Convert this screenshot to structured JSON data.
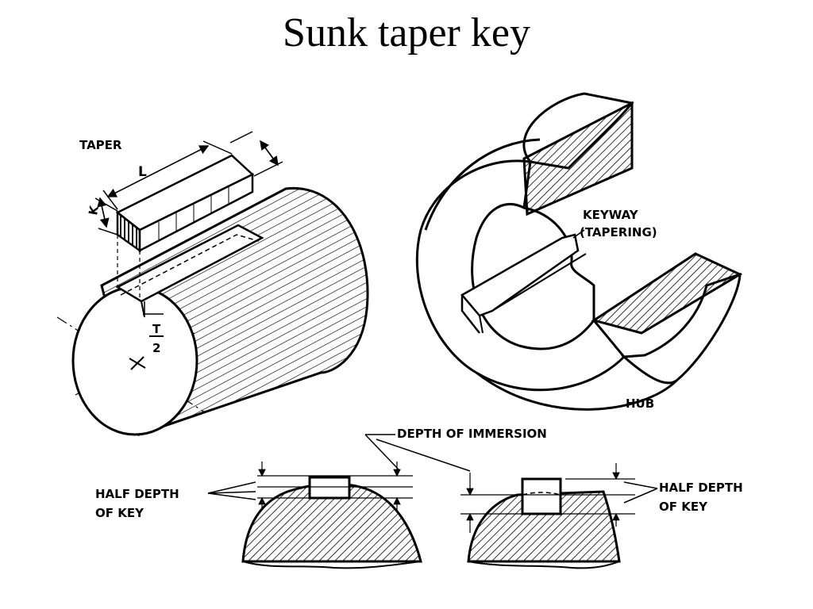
{
  "slide": {
    "title": "Sunk taper key"
  },
  "labels": {
    "taper": "TAPER",
    "length": "L",
    "thickness": "K",
    "half_t_num": "T",
    "half_t_den": "2",
    "keyway_line1": "KEYWAY",
    "keyway_line2": "(TAPERING)",
    "hub": "HUB",
    "depth_of_immersion": "DEPTH OF IMMERSION",
    "half_depth_left_line1": "HALF DEPTH",
    "half_depth_left_line2": "OF KEY",
    "half_depth_right_line1": "HALF DEPTH",
    "half_depth_right_line2": "OF KEY"
  },
  "colors": {
    "ink": "#000000",
    "background": "#ffffff"
  }
}
